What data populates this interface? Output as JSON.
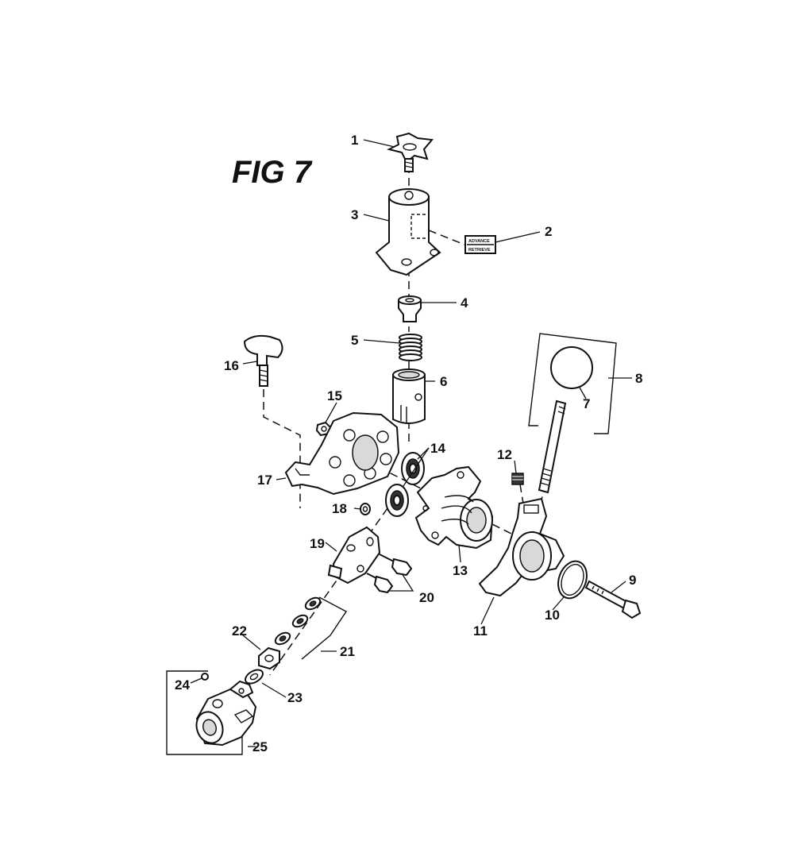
{
  "figure": {
    "title": "FIG 7",
    "tag_lines": [
      "ADVANCE",
      "RETRIEVE"
    ]
  },
  "labels": {
    "p1": "1",
    "p2": "2",
    "p3": "3",
    "p4": "4",
    "p5": "5",
    "p6": "6",
    "p7": "7",
    "p8": "8",
    "p9": "9",
    "p10": "10",
    "p11": "11",
    "p12": "12",
    "p13": "13",
    "p14": "14",
    "p15": "15",
    "p16": "16",
    "p17": "17",
    "p18": "18",
    "p19": "19",
    "p20": "20",
    "p21": "21",
    "p22": "22",
    "p23": "23",
    "p24": "24",
    "p25": "25"
  }
}
